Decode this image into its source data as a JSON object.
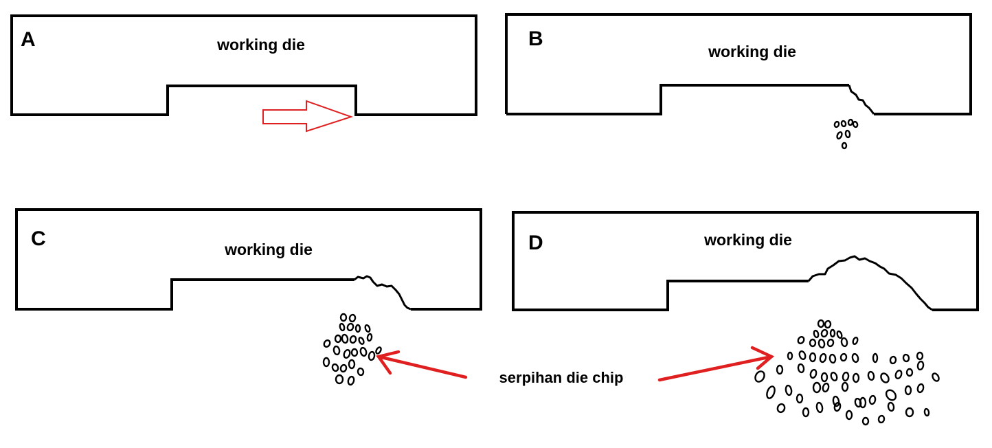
{
  "panels": [
    {
      "id": "A",
      "letter": "A",
      "label": "working die"
    },
    {
      "id": "B",
      "letter": "B",
      "label": "working die"
    },
    {
      "id": "C",
      "letter": "C",
      "label": "working die"
    },
    {
      "id": "D",
      "letter": "D",
      "label": "working die"
    }
  ],
  "caption": {
    "text": "serpihan die chip"
  },
  "colors": {
    "outline": "#000000",
    "arrow": "#e02020",
    "background": "#ffffff"
  }
}
